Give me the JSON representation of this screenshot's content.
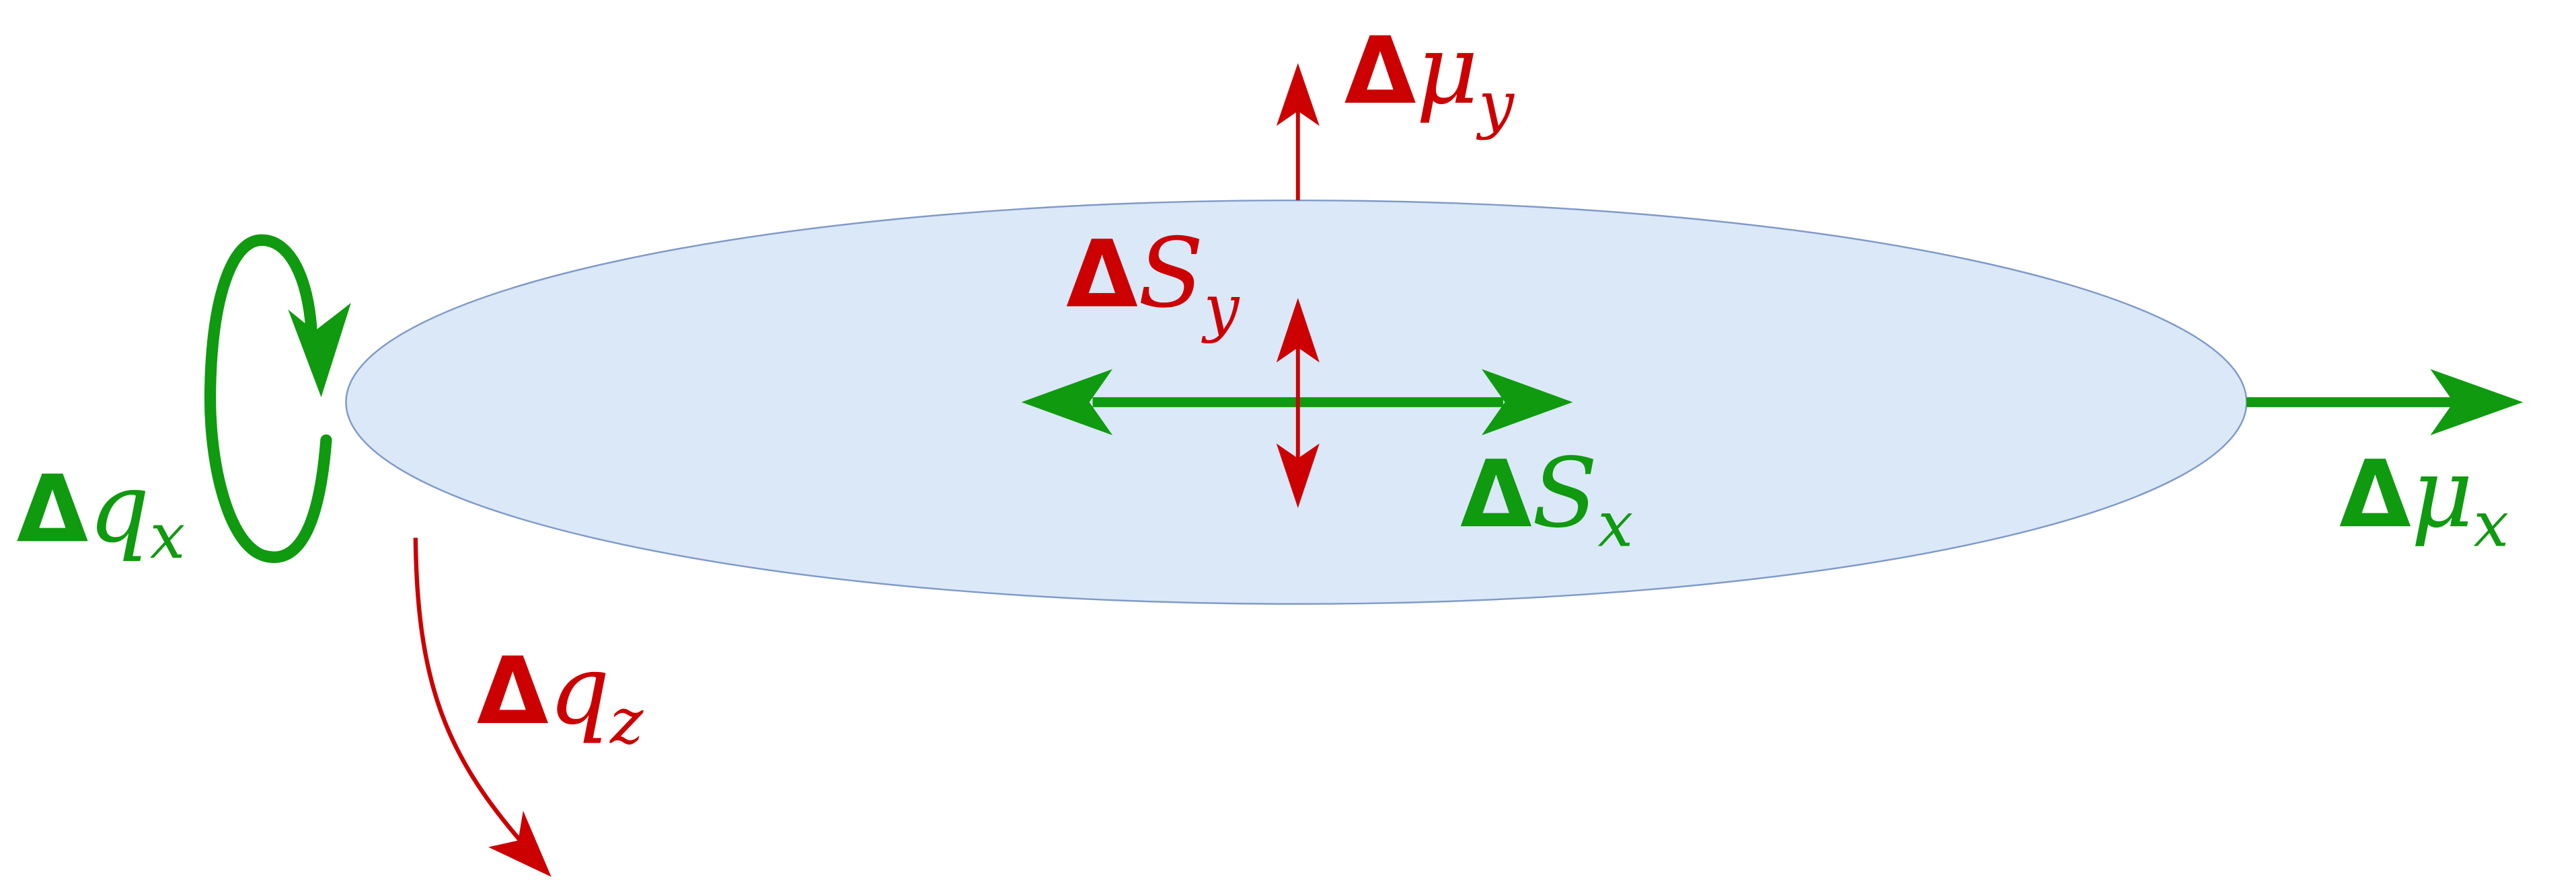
{
  "colors": {
    "red": "#cc0000",
    "green": "#0f9a0f",
    "ellipse_fill": "#dbe8f8",
    "ellipse_stroke": "#7f9ac8"
  },
  "labels": {
    "mu_y": {
      "delta": "Δ",
      "symbol": "μ",
      "sub": "y"
    },
    "S_y": {
      "delta": "Δ",
      "symbol": "S",
      "sub": "y"
    },
    "S_x": {
      "delta": "Δ",
      "symbol": "S",
      "sub": "x"
    },
    "mu_x": {
      "delta": "Δ",
      "symbol": "μ",
      "sub": "x"
    },
    "q_x": {
      "delta": "Δ",
      "symbol": "q",
      "sub": "x"
    },
    "q_z": {
      "delta": "Δ",
      "symbol": "q",
      "sub": "z"
    }
  }
}
